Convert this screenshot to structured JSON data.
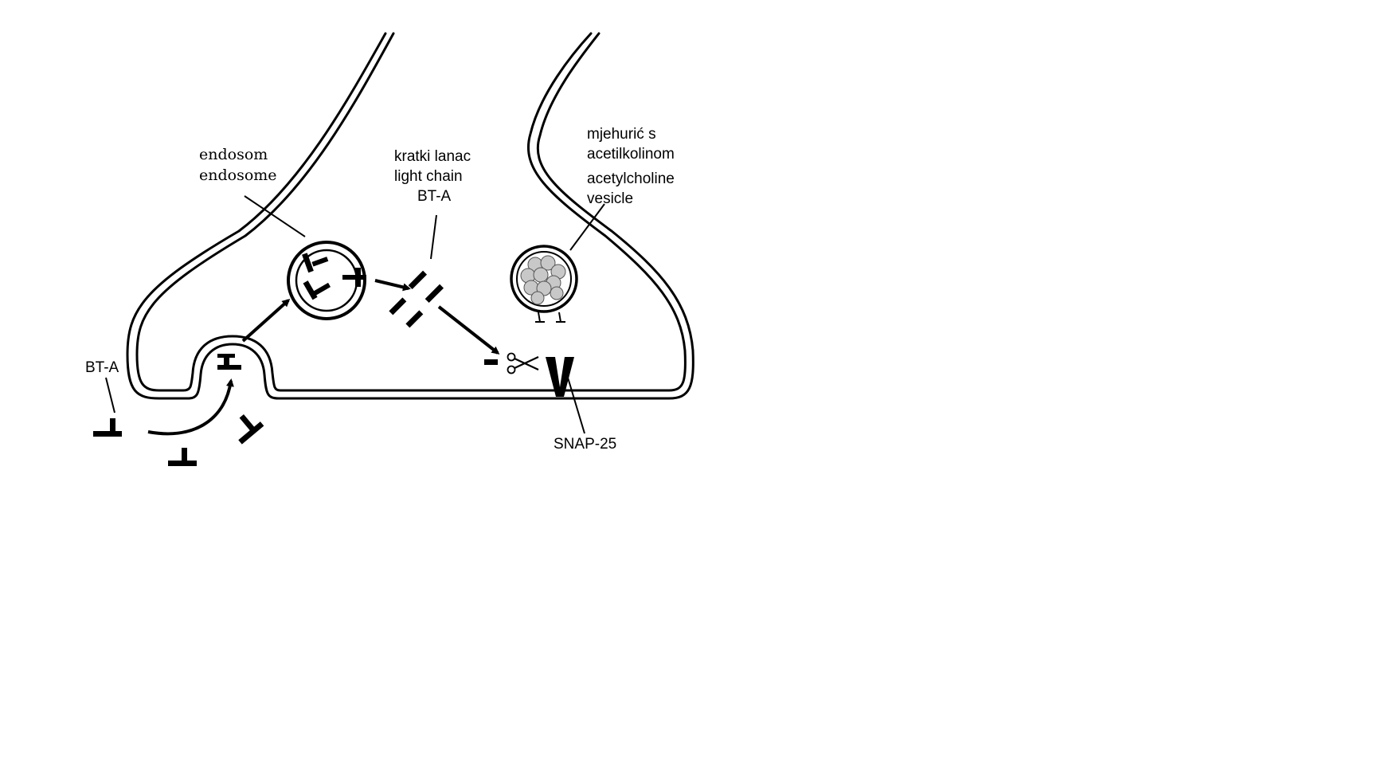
{
  "labels": {
    "endosome_hr": "endosom",
    "endosome_en": "endosome",
    "light_chain_hr": "kratki lanac",
    "light_chain_en": "light chain",
    "light_chain_toxin": "BT-A",
    "vesicle_hr_1": "mjehurić s",
    "vesicle_hr_2": "acetilkolinom",
    "vesicle_en_1": "acetylcholine",
    "vesicle_en_2": "vesicle",
    "toxin": "BT-A",
    "snap25": "SNAP-25"
  },
  "icons": {
    "cut": "scissors-icon"
  }
}
